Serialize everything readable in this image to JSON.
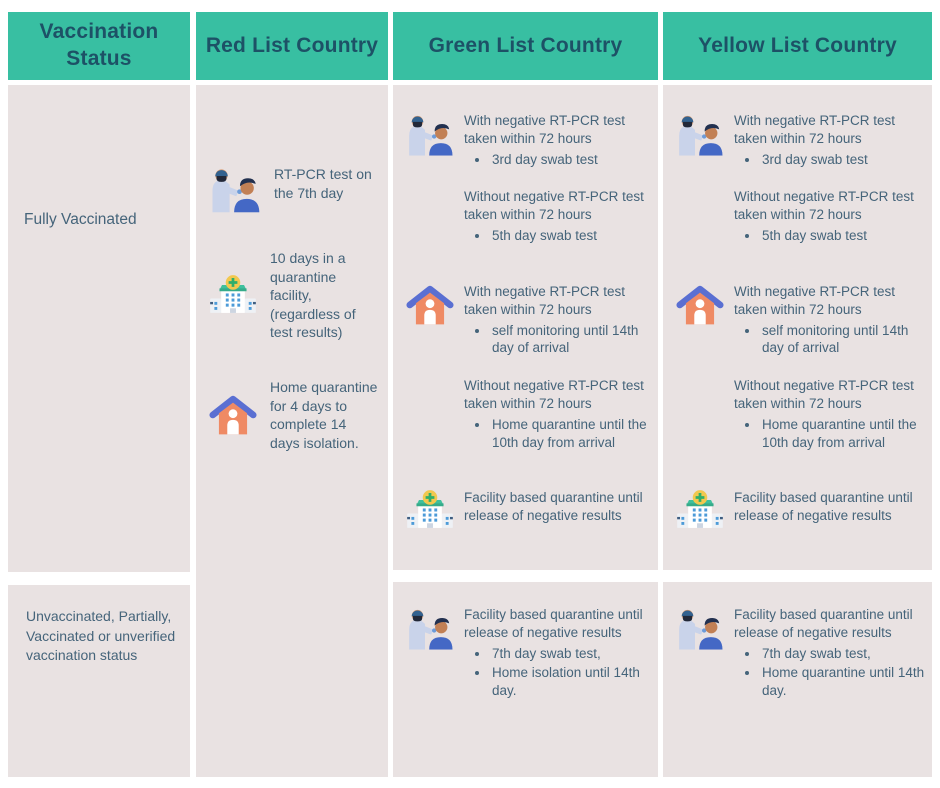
{
  "colors": {
    "header_bg": "#38bfa2",
    "header_text": "#1d5166",
    "cell_bg": "#e9e2e2",
    "body_text": "#45647a",
    "page_bg": "#ffffff"
  },
  "headers": {
    "col1": "Vaccination Status",
    "col2": "Red List Country",
    "col3": "Green List Country",
    "col4": "Yellow List Country"
  },
  "row_labels": {
    "fully": "Fully Vaccinated",
    "unvaccinated": "Unvaccinated, Partially,  Vaccinated or unverified vaccination status"
  },
  "icons": {
    "swab": "swab-test-icon",
    "facility": "quarantine-facility-icon",
    "home": "home-quarantine-icon"
  },
  "red_list": {
    "fully": {
      "items": [
        {
          "icon": "swab-test-icon",
          "text": "RT-PCR test on the 7th day"
        },
        {
          "icon": "quarantine-facility-icon",
          "text": "10 days in a quarantine facility, (regardless of test results)"
        },
        {
          "icon": "home-quarantine-icon",
          "text": "Home quarantine for 4 days to complete 14 days isolation."
        }
      ]
    }
  },
  "green_list": {
    "fully": {
      "swab": {
        "with_heading": "With negative RT-PCR test taken within 72 hours",
        "with_bullet": "3rd day swab test",
        "without_heading": "Without negative RT-PCR test taken within 72 hours",
        "without_bullet": "5th day swab test"
      },
      "home": {
        "with_heading": "With negative RT-PCR test taken within 72 hours",
        "with_bullet": "self monitoring until 14th day of arrival",
        "without_heading": "Without negative RT-PCR test taken within 72 hours",
        "without_bullet": "Home quarantine until the 10th day from arrival"
      },
      "facility": {
        "text": "Facility based quarantine until release of negative results"
      }
    },
    "unvaccinated": {
      "heading": "Facility based quarantine until release of negative results",
      "bullets": [
        "7th day swab test,",
        "Home isolation until 14th day."
      ]
    }
  },
  "yellow_list": {
    "fully": {
      "swab": {
        "with_heading": "With negative RT-PCR test taken within 72 hours",
        "with_bullet": "3rd day swab test",
        "without_heading": "Without negative RT-PCR test taken within 72 hours",
        "without_bullet": "5th day swab test"
      },
      "home": {
        "with_heading": "With negative RT-PCR test taken within 72 hours",
        "with_bullet": "self monitoring until 14th day of arrival",
        "without_heading": "Without negative RT-PCR test taken within 72 hours",
        "without_bullet": "Home quarantine until the 10th day from arrival"
      },
      "facility": {
        "text": "Facility based quarantine until release of negative results"
      }
    },
    "unvaccinated": {
      "heading": "Facility based quarantine until release of negative results",
      "bullets": [
        "7th day swab test,",
        "Home quarantine until 14th day."
      ]
    }
  }
}
